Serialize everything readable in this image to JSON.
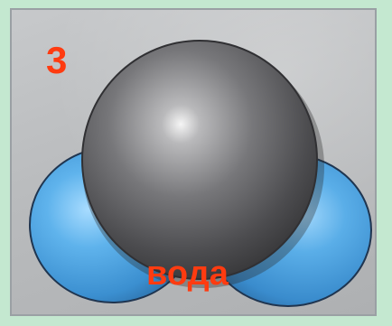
{
  "slide": {
    "number": "3",
    "caption": "вода"
  },
  "image": {
    "subject": "water-molecule-model",
    "colors": {
      "background": "#c4e8d0",
      "oxygen_atom": "#6f6f71",
      "hydrogen_atom": "#4fa4e0",
      "text_accent": "#ff3b10"
    }
  }
}
